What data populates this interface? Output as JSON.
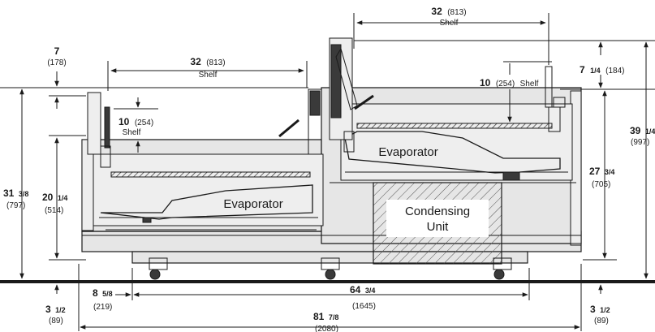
{
  "labels": {
    "shelf_word": "Shelf",
    "evaporator": "Evaporator",
    "condensing_line1": "Condensing",
    "condensing_line2": "Unit"
  },
  "dimensions": {
    "top_shelf_right": {
      "whole": "32",
      "frac": "",
      "mm": "(813)"
    },
    "top_shelf_left": {
      "whole": "32",
      "frac": "",
      "mm": "(813)"
    },
    "left_upper": {
      "whole": "7",
      "frac": "",
      "mm": "(178)"
    },
    "right_upper": {
      "whole": "7",
      "frac": "1/4",
      "mm": "(184)"
    },
    "left_shelf_depth": {
      "whole": "10",
      "frac": "",
      "mm": "(254)"
    },
    "right_shelf_depth": {
      "whole": "10",
      "frac": "",
      "mm": "(254)"
    },
    "left_height": {
      "whole": "31",
      "frac": "3/8",
      "mm": "(797)"
    },
    "left_inner_height": {
      "whole": "20",
      "frac": "1/4",
      "mm": "(514)"
    },
    "right_inner_height": {
      "whole": "27",
      "frac": "3/4",
      "mm": "(705)"
    },
    "right_height": {
      "whole": "39",
      "frac": "1/4",
      "mm": "(997)"
    },
    "left_floor": {
      "whole": "3",
      "frac": "1/2",
      "mm": "(89)"
    },
    "right_floor": {
      "whole": "3",
      "frac": "1/2",
      "mm": "(89)"
    },
    "left_offset": {
      "whole": "8",
      "frac": "5/8",
      "mm": "(219)"
    },
    "caster_span": {
      "whole": "64",
      "frac": "3/4",
      "mm": "(1645)"
    },
    "overall_width": {
      "whole": "81",
      "frac": "7/8",
      "mm": "(2080)"
    }
  }
}
